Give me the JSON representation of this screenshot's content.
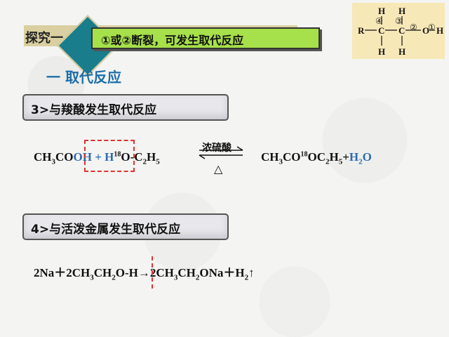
{
  "header": {
    "explore_label": "探究一",
    "text": "①或②断裂，可发生取代反应"
  },
  "section_title": "一 取代反应",
  "structure": {
    "r_label": "R",
    "c_label": "C",
    "h_label": "H",
    "o_label": "O",
    "circle_labels": [
      "④",
      "③",
      "②",
      "①"
    ]
  },
  "reaction3": {
    "label": "3>与羧酸发生取代反应",
    "catalyst": "浓硫酸",
    "heat_symbol": "△",
    "left_p1": "CH",
    "left_sub1": "3",
    "left_p2": "CO",
    "left_blue1": "OH + H",
    "left_sup": "18",
    "left_p3": "O-C",
    "left_sub2": "2",
    "left_p4": "H",
    "left_sub3": "5",
    "right_p1": "CH",
    "right_sub1": "3",
    "right_p2": "CO",
    "right_sup": "18",
    "right_p3": "OC",
    "right_sub2": "2",
    "right_p4": "H",
    "right_sub3": "5",
    "right_p5": "+",
    "right_blue1": "H",
    "right_blue_sub": "2",
    "right_blue2": "O"
  },
  "reaction4": {
    "label": "4>与活泼金属发生取代反应",
    "p1": "2Na＋2CH",
    "sub1": "3",
    "p2": "CH",
    "sub2": "2",
    "p3": "O-H→2CH",
    "sub3": "3",
    "p4": "CH",
    "sub4": "2",
    "p5": "ONa＋H",
    "sub5": "2",
    "p6": "↑"
  }
}
